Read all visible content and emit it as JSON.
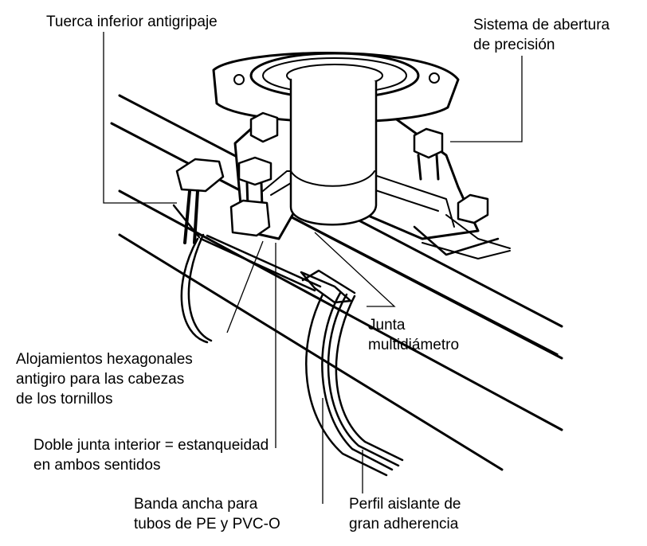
{
  "labels": {
    "tuerca": "Tuerca inferior antigripaje",
    "sistema_1": "Sistema de abertura",
    "sistema_2": "de precisión",
    "alojamientos_1": "Alojamientos hexagonales",
    "alojamientos_2": "antigiro para las cabezas",
    "alojamientos_3": "de los tornillos",
    "junta_1": "Junta",
    "junta_2": "multidiámetro",
    "doble_1": "Doble junta interior = estanqueidad",
    "doble_2": "en ambos sentidos",
    "banda_1": "Banda ancha para",
    "banda_2": "tubos de PE y PVC-O",
    "perfil_1": "Perfil aislante de",
    "perfil_2": "gran adherencia"
  }
}
